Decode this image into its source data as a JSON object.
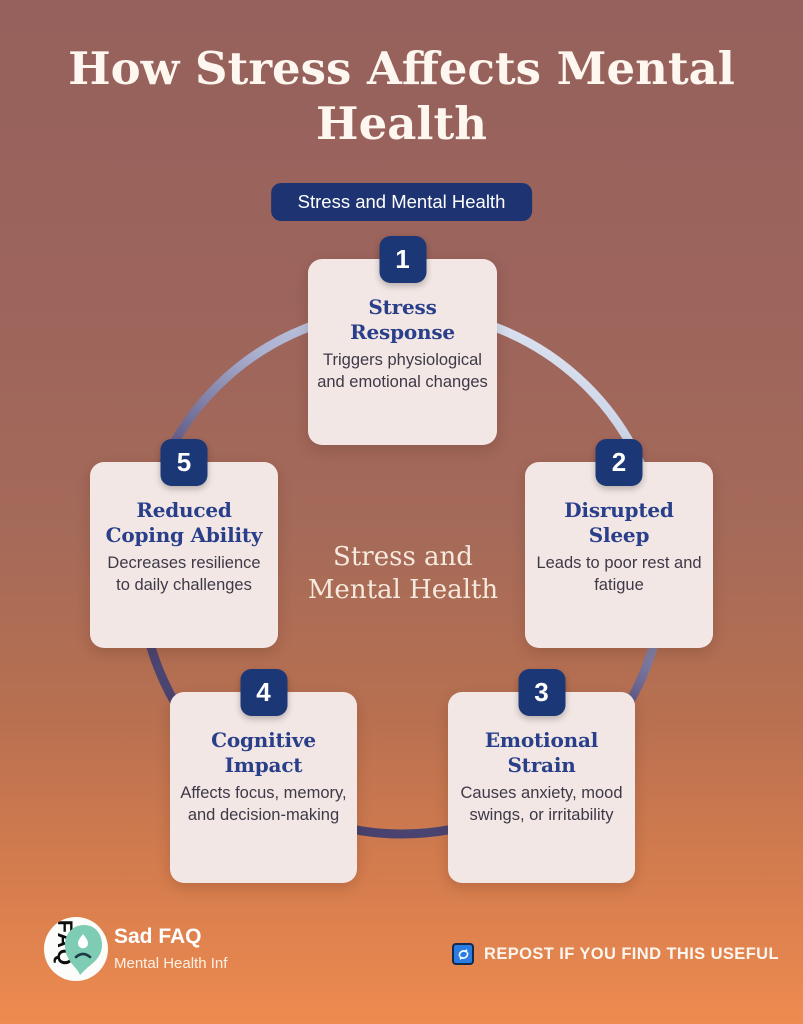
{
  "title": "How Stress Affects Mental Health",
  "badge": "Stress and Mental Health",
  "center_label": "Stress and Mental Health",
  "steps": [
    {
      "number": "1",
      "heading": "Stress Response",
      "body": "Triggers physiological and emotional changes"
    },
    {
      "number": "2",
      "heading": "Disrupted Sleep",
      "body": "Leads to poor rest and fatigue"
    },
    {
      "number": "3",
      "heading": "Emotional Strain",
      "body": "Causes anxiety, mood swings, or irritability"
    },
    {
      "number": "4",
      "heading": "Cognitive Impact",
      "body": "Affects focus, memory, and decision-making"
    },
    {
      "number": "5",
      "heading": "Reduced Coping Ability",
      "body": "Decreases resilience to daily challenges"
    }
  ],
  "footer": {
    "brand_name": "Sad FAQ",
    "brand_subtitle": "Mental Health Inf",
    "logo_text": "FAQ",
    "repost_text": "REPOST IF YOU FIND THIS USEFUL",
    "icons": {
      "repost": "repost-arrows-icon",
      "logo_face": "sad-face-teardrop-icon"
    }
  },
  "colors": {
    "background_top": "#96615c",
    "background_bottom": "#ee8b50",
    "card_background": "#f2e7e5",
    "badge_navy": "#1c3775",
    "pill_navy": "#1e3472",
    "heading_navy": "#2a3f8a",
    "body_text": "#3e3947",
    "ring_dark": "#443e69",
    "ring_light": "#e3ebf6",
    "repost_blue": "#2b7de2",
    "logo_mint": "#7fccb4"
  }
}
